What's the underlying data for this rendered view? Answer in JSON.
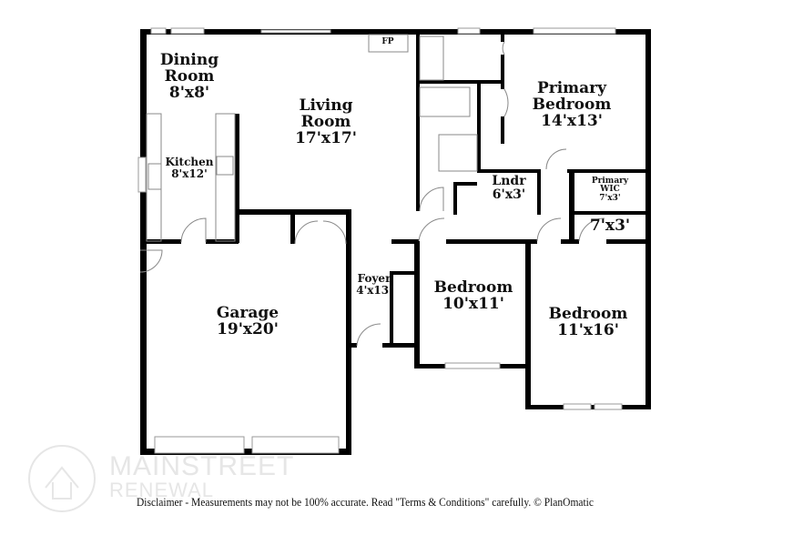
{
  "rooms": {
    "dining": {
      "name_1": "Dining",
      "name_2": "Room",
      "size": "8'x8'"
    },
    "living": {
      "name_1": "Living",
      "name_2": "Room",
      "size": "17'x17'"
    },
    "kitchen": {
      "name": "Kitchen",
      "size": "8'x12'"
    },
    "fireplace": "FP",
    "primary_bedroom": {
      "name_1": "Primary",
      "name_2": "Bedroom",
      "size": "14'x13'"
    },
    "laundry": {
      "name": "Lndr",
      "size": "6'x3'"
    },
    "primary_wic": {
      "name_1": "Primary",
      "name_2": "WIC",
      "size": "7'x3'"
    },
    "closet": {
      "size": "7'x3'"
    },
    "garage": {
      "name": "Garage",
      "size": "19'x20'"
    },
    "foyer": {
      "name": "Foyer",
      "size": "4'x13'"
    },
    "bedroom_2": {
      "name": "Bedroom",
      "size": "10'x11'"
    },
    "bedroom_3": {
      "name": "Bedroom",
      "size": "11'x16'"
    }
  },
  "logo": {
    "line1": "MAINSTREET",
    "line2": "RENEWAL"
  },
  "disclaimer": "Disclaimer - Measurements may not be 100% accurate. Read \"Terms & Conditions\" carefully. © PlanOmatic"
}
